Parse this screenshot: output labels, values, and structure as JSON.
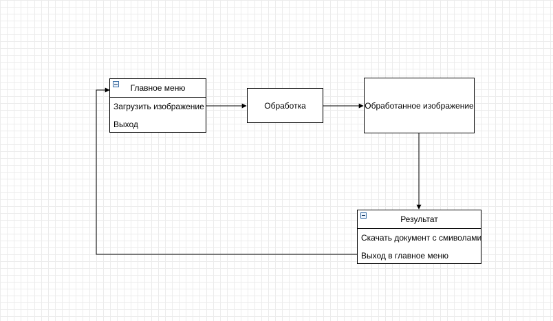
{
  "nodes": {
    "main_menu": {
      "title": "Главное меню",
      "items": [
        "Загрузить изображение",
        "Выход"
      ]
    },
    "processing": {
      "label": "Обработка"
    },
    "processed_image": {
      "label": "Обработанное изображение"
    },
    "result": {
      "title": "Результат",
      "items": [
        "Скачать документ с смиволами",
        "Выход в главное меню"
      ]
    }
  },
  "colors": {
    "stroke": "#000000",
    "grid": "#ececec",
    "collapse_icon": "#3a6ea5"
  }
}
